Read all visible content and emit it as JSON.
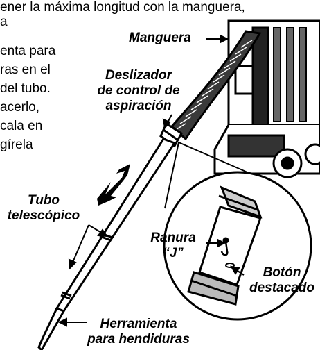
{
  "body_text": {
    "lines": [
      "ener la máxima longitud con la manguera,",
      "a",
      "enta para",
      "ras en el",
      "del tubo.",
      "acerlo,",
      "cala en",
      "gírela"
    ]
  },
  "labels": {
    "manguera": "Manguera",
    "deslizador": [
      "Deslizador",
      "de control de",
      "aspiración"
    ],
    "tubo": [
      "Tubo",
      "telescópico"
    ],
    "ranura": [
      "Ranura",
      "“J”"
    ],
    "boton": [
      "Botón",
      "destacado"
    ],
    "herramienta": [
      "Herramienta",
      "para hendiduras"
    ]
  }
}
